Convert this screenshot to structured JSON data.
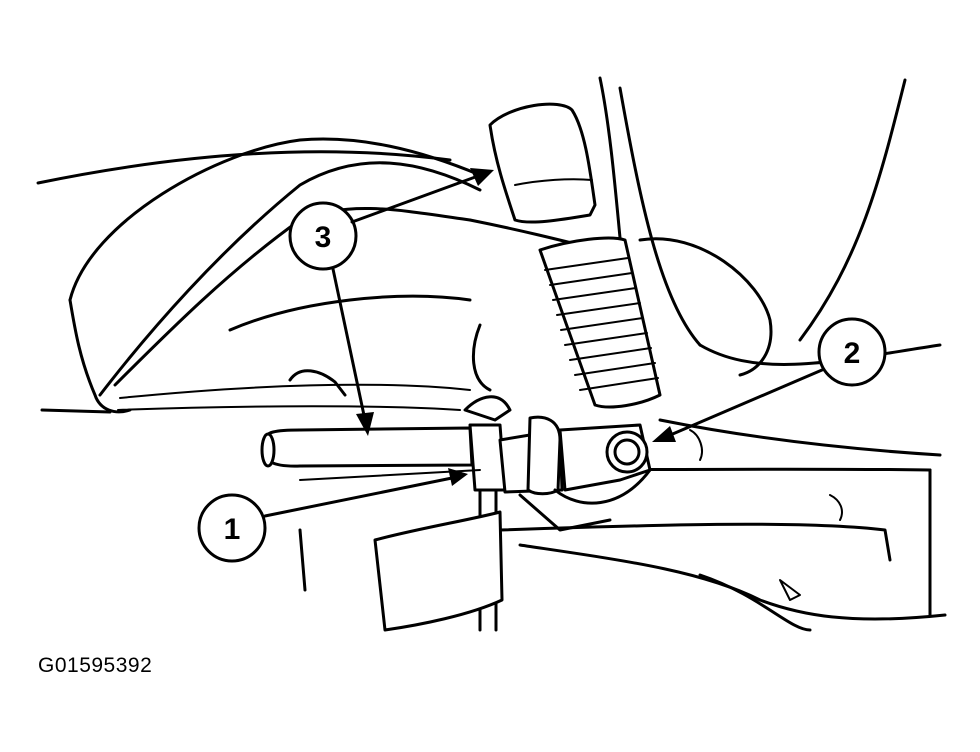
{
  "figure_id": "G01595392",
  "callouts": [
    {
      "label": "1"
    },
    {
      "label": "2"
    },
    {
      "label": "3"
    }
  ],
  "colors": {
    "ink": "#000000",
    "paper": "#ffffff"
  }
}
